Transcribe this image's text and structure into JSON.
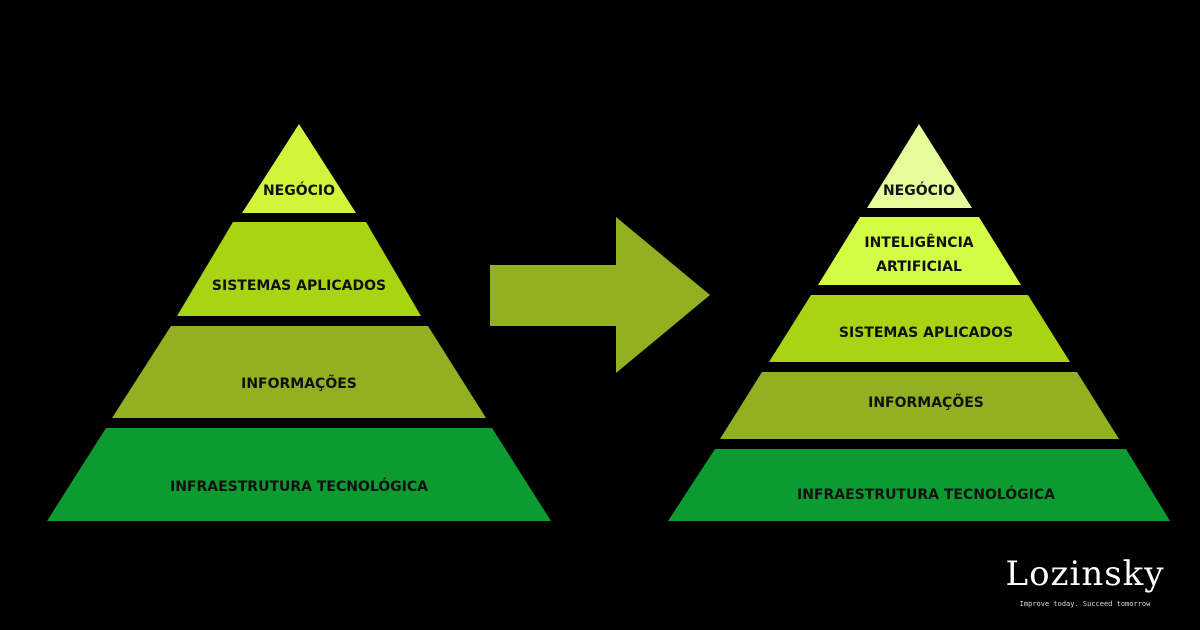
{
  "left_pyramid": {
    "layers": [
      {
        "label": "NEGÓCIO",
        "color": "#d2f53c"
      },
      {
        "label": "SISTEMAS APLICADOS",
        "color": "#a8d414"
      },
      {
        "label": "INFORMAÇÕES",
        "color": "#92b122"
      },
      {
        "label": "INFRAESTRUTURA TECNOLÓGICA",
        "color": "#0b9b30"
      }
    ]
  },
  "arrow": {
    "color": "#92b122"
  },
  "right_pyramid": {
    "layers": [
      {
        "label": "NEGÓCIO",
        "color": "#e4fc9a"
      },
      {
        "label_line1": "INTELIGÊNCIA",
        "label_line2": "ARTIFICIAL",
        "color": "#d3fd45"
      },
      {
        "label": "SISTEMAS APLICADOS",
        "color": "#a8d414"
      },
      {
        "label": "INFORMAÇÕES",
        "color": "#92b122"
      },
      {
        "label": "INFRAESTRUTURA TECNOLÓGICA",
        "color": "#0b9b30"
      }
    ]
  },
  "logo": {
    "name": "Lozinsky",
    "tagline": "Improve today. Succeed tomorrow"
  }
}
